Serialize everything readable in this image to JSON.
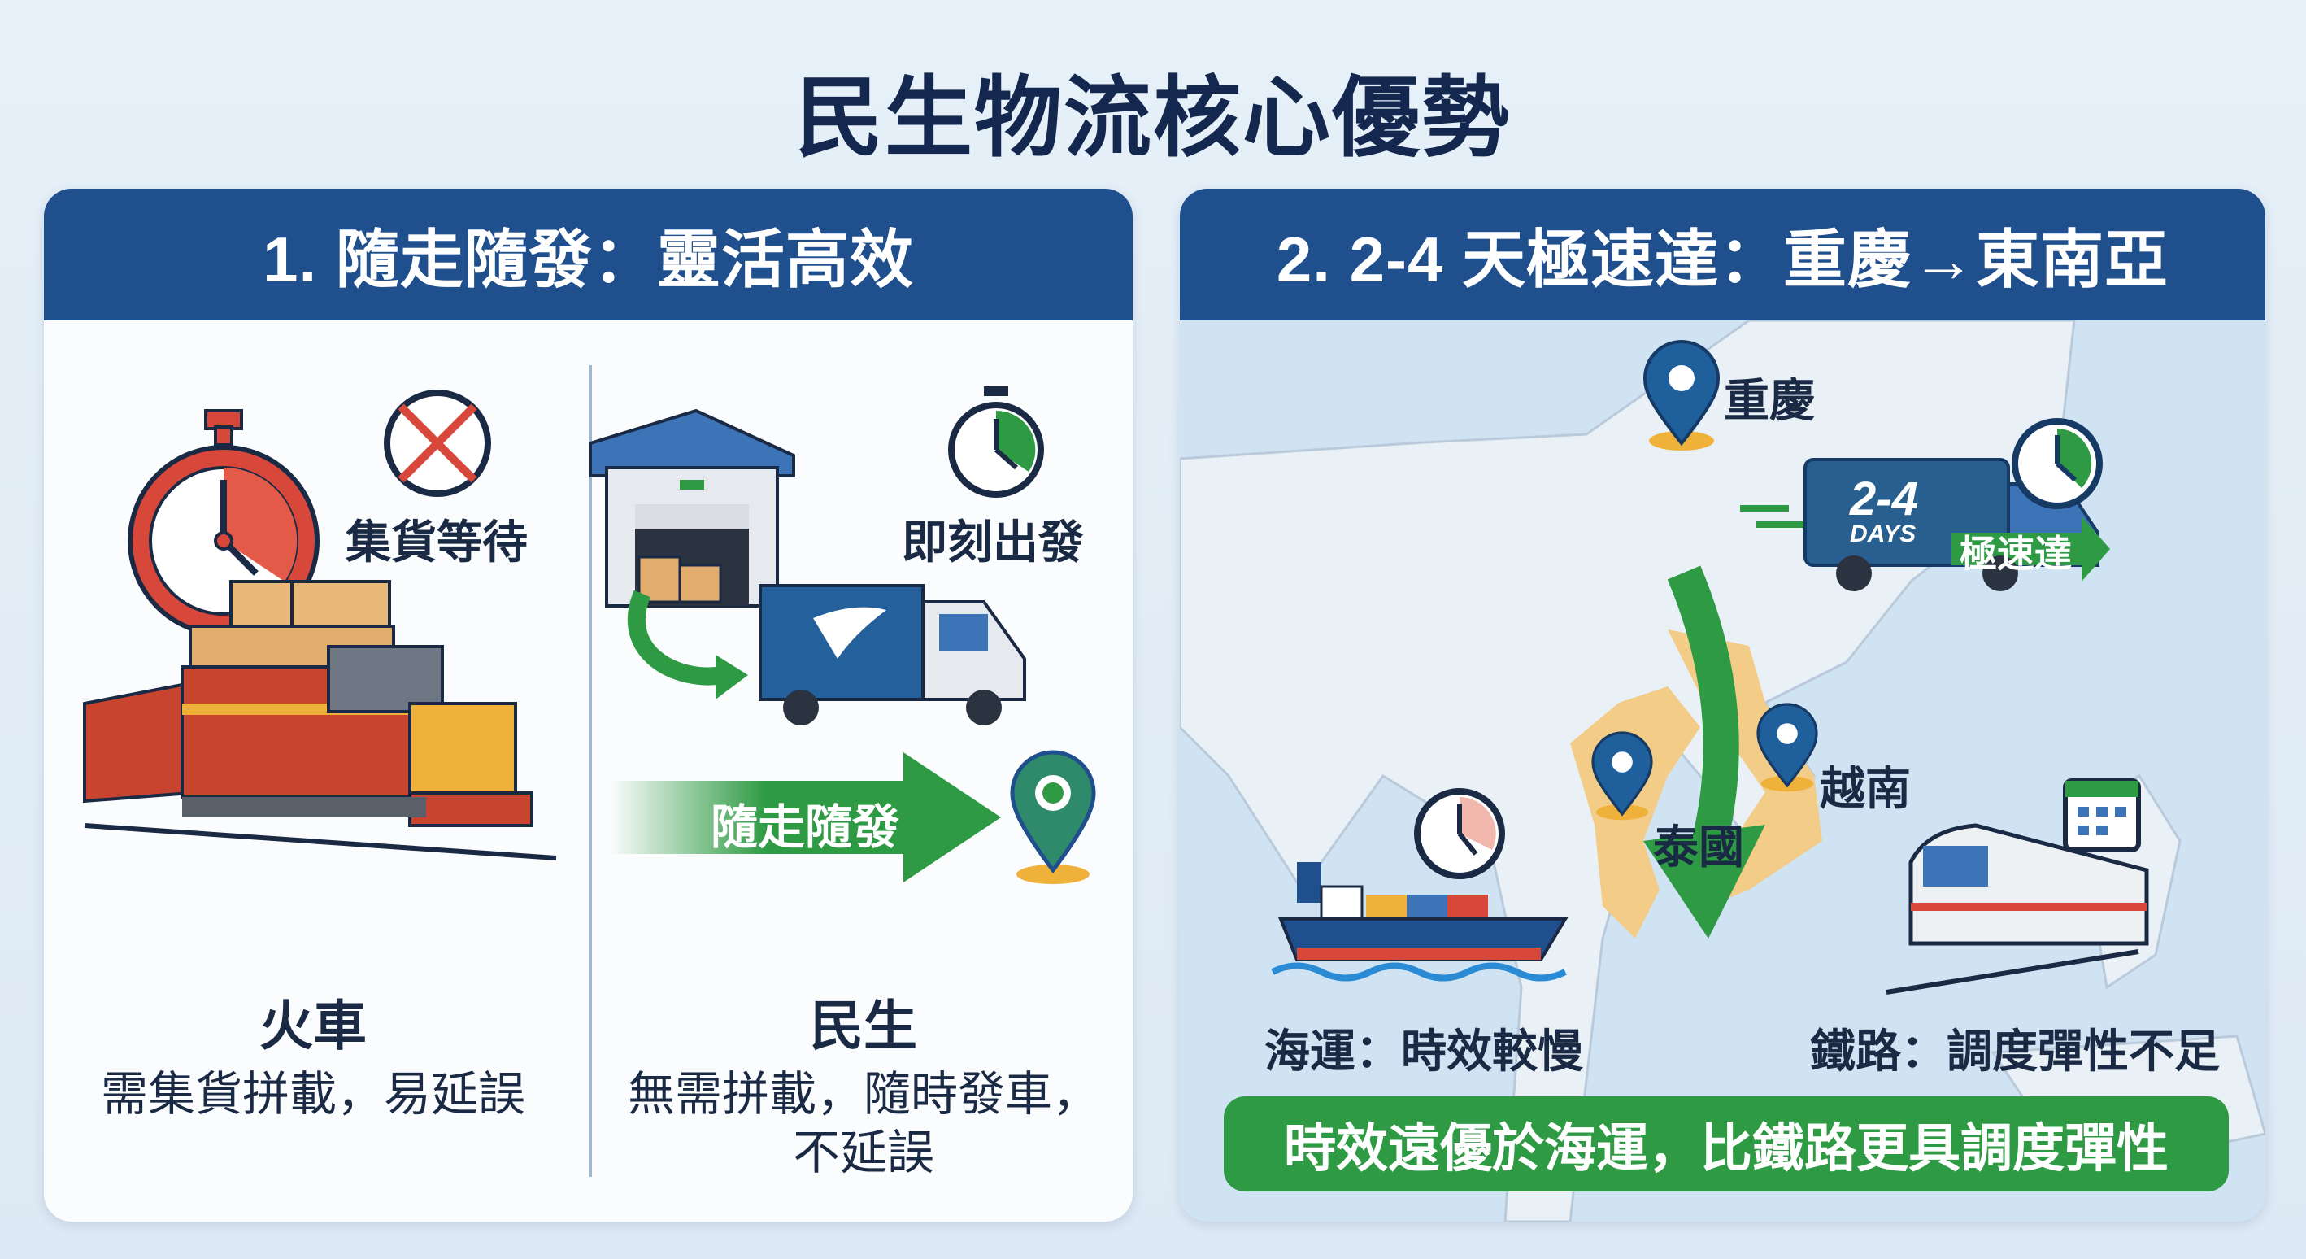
{
  "title": "民生物流核心優勢",
  "left_panel": {
    "header": "1. 隨走隨發：靈活高效",
    "wait_label": "集貨等待",
    "depart_label": "即刻出發",
    "arrow_label": "隨走隨發",
    "train": {
      "name": "火車",
      "desc": "需集貨拼載，易延誤"
    },
    "minsheng": {
      "name": "民生",
      "desc_line1": "無需拼載，隨時發車，",
      "desc_line2": "不延誤"
    }
  },
  "right_panel": {
    "header": "2. 2-4 天極速達：重慶→東南亞",
    "cities": {
      "origin": "重慶",
      "vietnam": "越南",
      "thailand": "泰國"
    },
    "truck": {
      "days": "2-4",
      "days_unit": "DAYS",
      "tag": "極速達"
    },
    "sea_label": "海運：時效較慢",
    "rail_label": "鐵路：調度彈性不足",
    "banner": "時效遠優於海運，比鐵路更具調度彈性"
  },
  "colors": {
    "navy": "#1f4f8c",
    "green": "#2e9a43",
    "red": "#d8483a",
    "title": "#14284f"
  }
}
